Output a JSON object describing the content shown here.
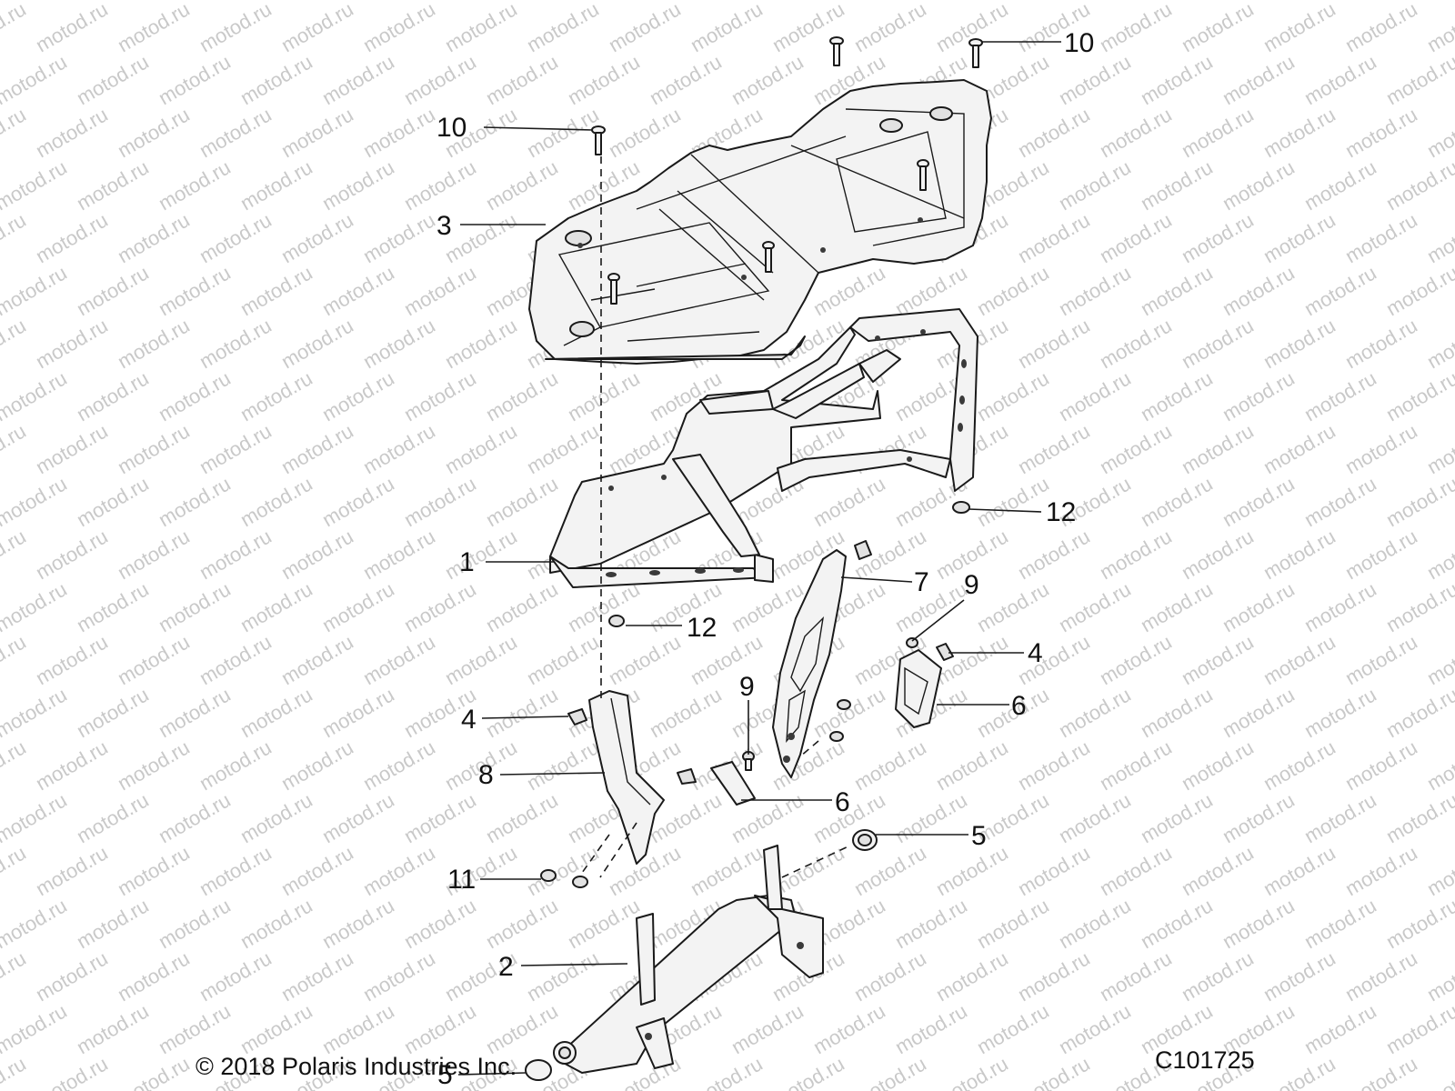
{
  "watermark": {
    "text": "motod.ru",
    "color": "#c9c9c9"
  },
  "callouts": [
    {
      "id": "c10a",
      "label": "10"
    },
    {
      "id": "c10b",
      "label": "10"
    },
    {
      "id": "c3",
      "label": "3"
    },
    {
      "id": "c12a",
      "label": "12"
    },
    {
      "id": "c1",
      "label": "1"
    },
    {
      "id": "c7",
      "label": "7"
    },
    {
      "id": "c9a",
      "label": "9"
    },
    {
      "id": "c12b",
      "label": "12"
    },
    {
      "id": "c4a",
      "label": "4"
    },
    {
      "id": "c6a",
      "label": "6"
    },
    {
      "id": "c9b",
      "label": "9"
    },
    {
      "id": "c4b",
      "label": "4"
    },
    {
      "id": "c8",
      "label": "8"
    },
    {
      "id": "c6b",
      "label": "6"
    },
    {
      "id": "c5a",
      "label": "5"
    },
    {
      "id": "c11",
      "label": "11"
    },
    {
      "id": "c2",
      "label": "2"
    },
    {
      "id": "c5b",
      "label": "5"
    }
  ],
  "footer": {
    "copyright": "© 2018 Polaris Industries Inc.",
    "diagram_code": "C101725"
  }
}
